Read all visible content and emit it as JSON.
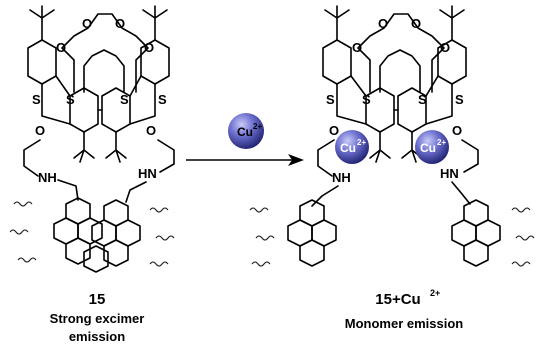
{
  "reagent": {
    "ion": "Cu",
    "charge": "2+"
  },
  "left": {
    "compound_number": "15",
    "caption_line1": "Strong excimer",
    "caption_line2": "emission"
  },
  "right": {
    "compound_number": "15+Cu",
    "compound_charge": "2+",
    "caption_line1": "Monomer emission",
    "bound_ion_1": "Cu",
    "bound_ion_1_charge": "2+",
    "bound_ion_2": "Cu",
    "bound_ion_2_charge": "2+"
  },
  "atom_labels": {
    "S": "S",
    "O": "O",
    "NH": "NH",
    "HN": "HN"
  },
  "colors": {
    "sphere_dark": "#1d1f6e",
    "sphere_light": "#8d8fe0",
    "ink": "#000000"
  }
}
